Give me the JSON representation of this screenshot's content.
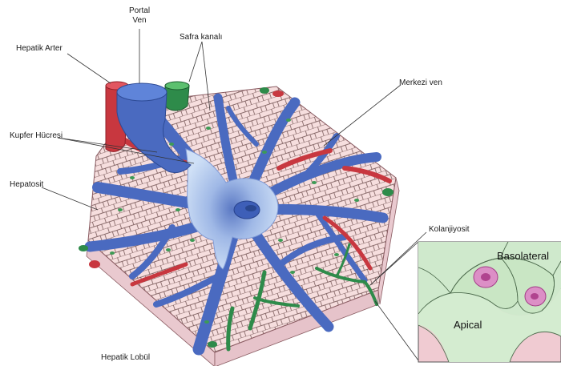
{
  "labels": {
    "portal_ven_line1": "Portal",
    "portal_ven_line2": "Ven",
    "hepatik_arter": "Hepatik Arter",
    "safra_kanali": "Safra kanalı",
    "merkezi_ven": "Merkezi ven",
    "kupfer_hucresi": "Kupfer Hücresi",
    "hepatosit": "Hepatosit",
    "kolanjiyosit": "Kolanjiyosit",
    "hepatik_lobul": "Hepatik Lobül",
    "basolateral": "Basolateral",
    "apical": "Apical"
  },
  "colors": {
    "portal_vein_blue": "#4a6ac0",
    "artery_red": "#c8373f",
    "bile_green": "#2e8b4a",
    "hepatocyte_pink": "#f4dcdc",
    "central_vein_light": "#b9cfee",
    "inset_green": "#cfe9cc",
    "inset_pink": "#f1cfd6",
    "nucleus_magenta": "#c34b9a"
  }
}
